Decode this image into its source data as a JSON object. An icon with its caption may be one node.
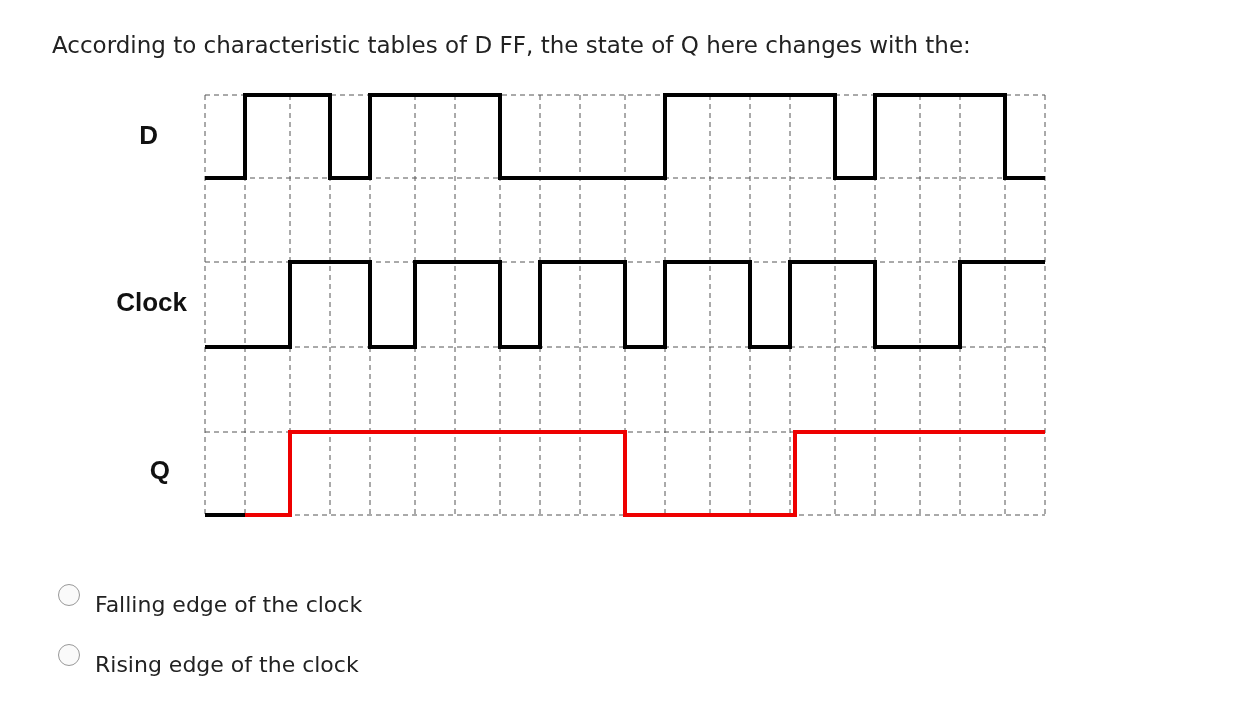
{
  "diagram": {
    "title": "According to characteristic tables of D FF, the state of Q here changes with the:",
    "labels": [
      "D",
      "Clock",
      "Q",
      "Falling edge of the clock",
      "Rising edge of the clock"
    ]
  }
}
